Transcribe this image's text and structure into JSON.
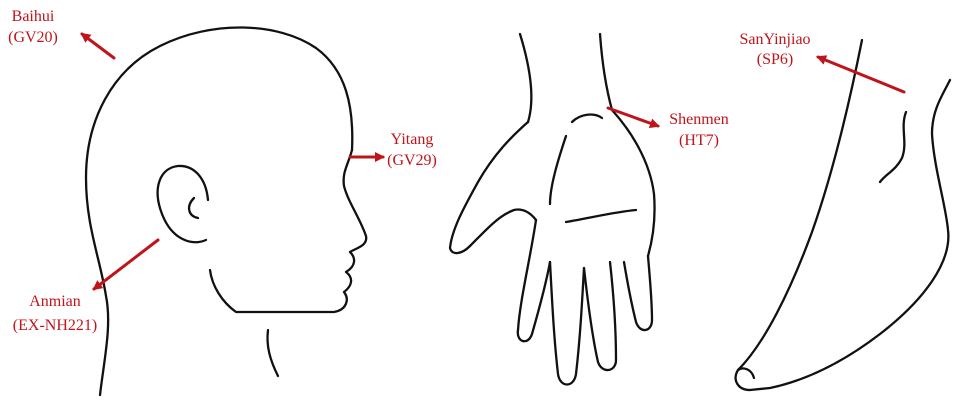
{
  "colors": {
    "outline": "#111111",
    "annotation": "#c0141b",
    "background": "#ffffff"
  },
  "acupoints": [
    {
      "id": "baihui",
      "name": "Baihui",
      "code": "(GV20)",
      "region": "head"
    },
    {
      "id": "yitang",
      "name": "Yitang",
      "code": "(GV29)",
      "region": "head"
    },
    {
      "id": "anmian",
      "name": "Anmian",
      "code": "(EX-NH221)",
      "region": "head"
    },
    {
      "id": "shenmen",
      "name": "Shenmen",
      "code": "(HT7)",
      "region": "wrist"
    },
    {
      "id": "sanyinjiao",
      "name": "SanYinjiao",
      "code": "(SP6)",
      "region": "ankle"
    }
  ]
}
